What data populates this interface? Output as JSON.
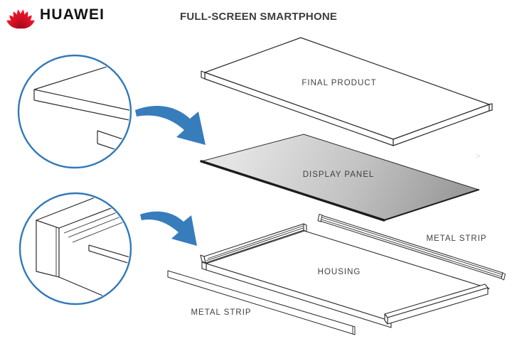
{
  "brand": {
    "name": "HUAWEI"
  },
  "header": {
    "title": "FULL-SCREEN SMARTPHONE"
  },
  "diagram": {
    "labels": {
      "final_product": "FINAL PRODUCT",
      "display_panel": "DISPLAY PANEL",
      "housing": "HOUSING",
      "metal_strip_right": "METAL STRIP",
      "metal_strip_bottom": "METAL STRIP"
    },
    "colors": {
      "accent_blue": "#3279B7",
      "arrow_blue": "#377DBC",
      "huawei_red": "#CE0E2D",
      "line_dark": "#2B2B2B",
      "label_text": "#404040"
    },
    "artifact_mark": ">"
  }
}
